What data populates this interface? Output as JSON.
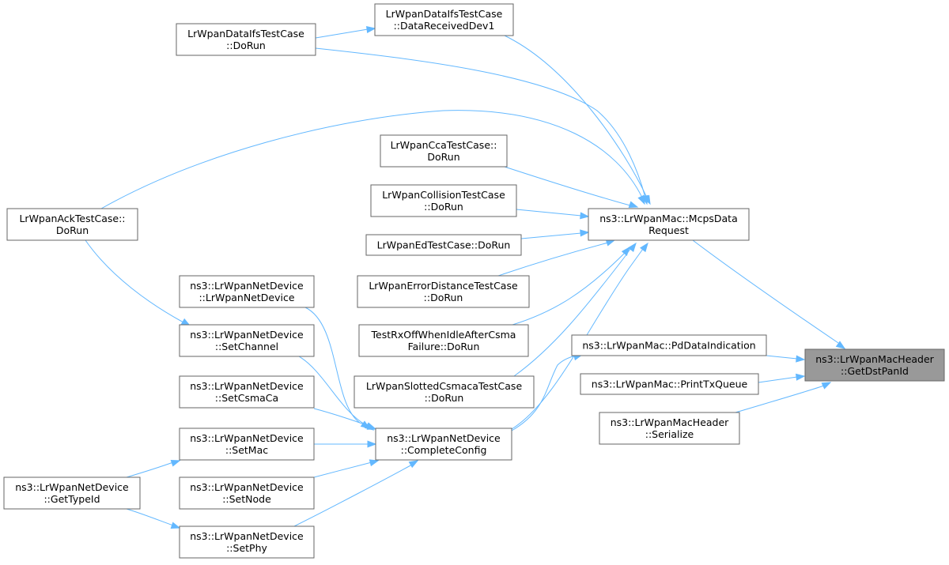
{
  "graph": {
    "nodes": {
      "target": {
        "lines": [
          "ns3::LrWpanMacHeader",
          "::GetDstPanId"
        ],
        "highlight": true
      },
      "mcps": {
        "lines": [
          "ns3::LrWpanMac::McpsData",
          "Request"
        ]
      },
      "pddata": {
        "lines": [
          "ns3::LrWpanMac::PdDataIndication"
        ]
      },
      "printtx": {
        "lines": [
          "ns3::LrWpanMac::PrintTxQueue"
        ]
      },
      "serialize": {
        "lines": [
          "ns3::LrWpanMacHeader",
          "::Serialize"
        ]
      },
      "ifs_rx": {
        "lines": [
          "LrWpanDataIfsTestCase",
          "::DataReceivedDev1"
        ]
      },
      "ifs_run": {
        "lines": [
          "LrWpanDataIfsTestCase",
          "::DoRun"
        ]
      },
      "ack": {
        "lines": [
          "LrWpanAckTestCase::",
          "DoRun"
        ]
      },
      "cca": {
        "lines": [
          "LrWpanCcaTestCase::",
          "DoRun"
        ]
      },
      "collision": {
        "lines": [
          "LrWpanCollisionTestCase",
          "::DoRun"
        ]
      },
      "ed": {
        "lines": [
          "LrWpanEdTestCase::DoRun"
        ]
      },
      "errdist": {
        "lines": [
          "LrWpanErrorDistanceTestCase",
          "::DoRun"
        ]
      },
      "rxoff": {
        "lines": [
          "TestRxOffWhenIdleAfterCsma",
          "Failure::DoRun"
        ]
      },
      "slotted": {
        "lines": [
          "LrWpanSlottedCsmacaTestCase",
          "::DoRun"
        ]
      },
      "complete": {
        "lines": [
          "ns3::LrWpanNetDevice",
          "::CompleteConfig"
        ]
      },
      "ctor": {
        "lines": [
          "ns3::LrWpanNetDevice",
          "::LrWpanNetDevice"
        ]
      },
      "setchannel": {
        "lines": [
          "ns3::LrWpanNetDevice",
          "::SetChannel"
        ]
      },
      "setcsma": {
        "lines": [
          "ns3::LrWpanNetDevice",
          "::SetCsmaCa"
        ]
      },
      "setmac": {
        "lines": [
          "ns3::LrWpanNetDevice",
          "::SetMac"
        ]
      },
      "setnode": {
        "lines": [
          "ns3::LrWpanNetDevice",
          "::SetNode"
        ]
      },
      "setphy": {
        "lines": [
          "ns3::LrWpanNetDevice",
          "::SetPhy"
        ]
      },
      "gettype": {
        "lines": [
          "ns3::LrWpanNetDevice",
          "::GetTypeId"
        ]
      }
    },
    "edges": [
      {
        "from": "mcps",
        "to": "target"
      },
      {
        "from": "pddata",
        "to": "target"
      },
      {
        "from": "printtx",
        "to": "target"
      },
      {
        "from": "serialize",
        "to": "target"
      },
      {
        "from": "ifs_rx",
        "to": "mcps"
      },
      {
        "from": "ifs_run",
        "to": "mcps"
      },
      {
        "from": "ack",
        "to": "mcps"
      },
      {
        "from": "cca",
        "to": "mcps"
      },
      {
        "from": "collision",
        "to": "mcps"
      },
      {
        "from": "ed",
        "to": "mcps"
      },
      {
        "from": "errdist",
        "to": "mcps"
      },
      {
        "from": "rxoff",
        "to": "mcps"
      },
      {
        "from": "slotted",
        "to": "mcps"
      },
      {
        "from": "complete",
        "to": "mcps"
      },
      {
        "from": "complete",
        "to": "pddata"
      },
      {
        "from": "ifs_run",
        "to": "ifs_rx"
      },
      {
        "from": "ack",
        "to": "setchannel"
      },
      {
        "from": "ctor",
        "to": "complete"
      },
      {
        "from": "setchannel",
        "to": "complete"
      },
      {
        "from": "setcsma",
        "to": "complete"
      },
      {
        "from": "setmac",
        "to": "complete"
      },
      {
        "from": "setnode",
        "to": "complete"
      },
      {
        "from": "setphy",
        "to": "complete"
      },
      {
        "from": "gettype",
        "to": "setmac"
      },
      {
        "from": "gettype",
        "to": "setphy"
      }
    ],
    "colors": {
      "edge": "#63b8ff",
      "border": "#666666",
      "highlight_fill": "#999999"
    }
  }
}
